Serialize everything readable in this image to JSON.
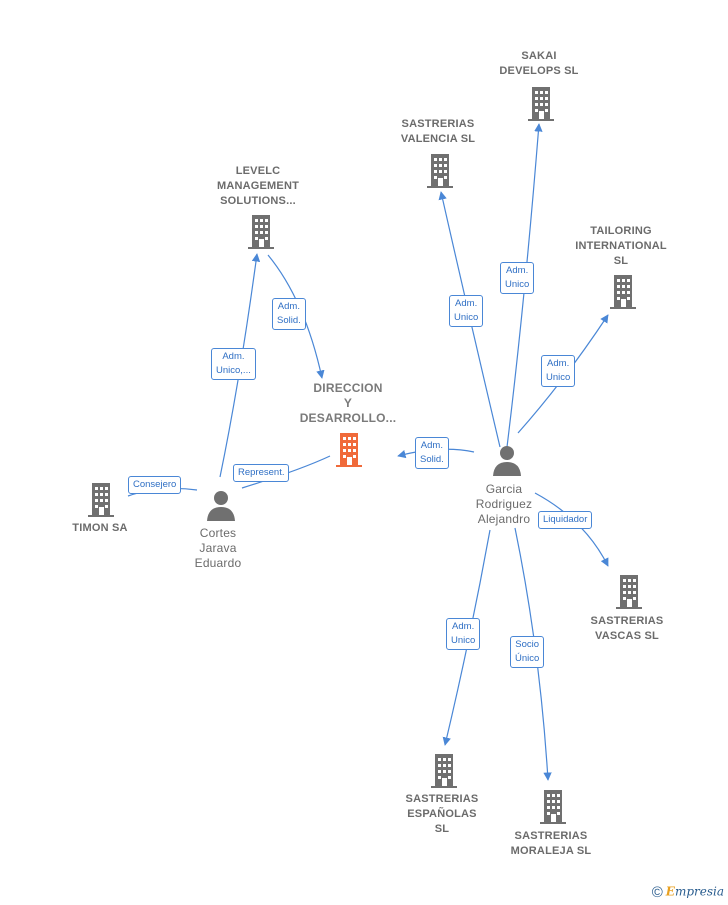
{
  "colors": {
    "edge": "#4a87d6",
    "company_icon": "#707070",
    "main_company_icon": "#f06a3a",
    "person_icon": "#707070"
  },
  "nodes": {
    "sakai": {
      "lines": [
        "SAKAI",
        "DEVELOPS  SL"
      ],
      "icon": "building-icon"
    },
    "valencia": {
      "lines": [
        "SASTRERIAS",
        "VALENCIA  SL"
      ],
      "icon": "building-icon"
    },
    "levelc": {
      "lines": [
        "LEVELC",
        "MANAGEMENT",
        "SOLUTIONS..."
      ],
      "icon": "building-icon"
    },
    "tailoring": {
      "lines": [
        "TAILORING",
        "INTERNATIONAL",
        "SL"
      ],
      "icon": "building-icon"
    },
    "direccion": {
      "lines": [
        "DIRECCION",
        "Y",
        "DESARROLLO..."
      ],
      "icon": "building-icon"
    },
    "timon": {
      "lines": [
        "TIMON SA"
      ],
      "icon": "building-icon"
    },
    "cortes": {
      "lines": [
        "Cortes",
        "Jarava",
        "Eduardo"
      ],
      "icon": "person-icon"
    },
    "garcia": {
      "lines": [
        "Garcia",
        "Rodriguez",
        "Alejandro"
      ],
      "icon": "person-icon"
    },
    "vascas": {
      "lines": [
        "SASTRERIAS",
        "VASCAS  SL"
      ],
      "icon": "building-icon"
    },
    "espanolas": {
      "lines": [
        "SASTRERIAS",
        "ESPAÑOLAS",
        "SL"
      ],
      "icon": "building-icon"
    },
    "moraleja": {
      "lines": [
        "SASTRERIAS",
        "MORALEJA  SL"
      ],
      "icon": "building-icon"
    }
  },
  "edges": {
    "garcia_sakai": [
      "Adm.",
      "Unico"
    ],
    "garcia_valencia": [
      "Adm.",
      "Unico"
    ],
    "garcia_tailoring": [
      "Adm.",
      "Unico"
    ],
    "garcia_direccion": [
      "Adm.",
      "Solid."
    ],
    "garcia_vascas": [
      "Liquidador"
    ],
    "garcia_espanolas": [
      "Adm.",
      "Unico"
    ],
    "garcia_moraleja": [
      "Socio",
      "Único"
    ],
    "cortes_levelc": [
      "Adm.",
      "Unico,..."
    ],
    "levelc_direccion": [
      "Adm.",
      "Solid."
    ],
    "cortes_direccion": [
      "Represent."
    ],
    "cortes_timon": [
      "Consejero"
    ]
  },
  "footer": {
    "copyright": "©",
    "brand_first": "E",
    "brand_rest": "mpresia"
  }
}
